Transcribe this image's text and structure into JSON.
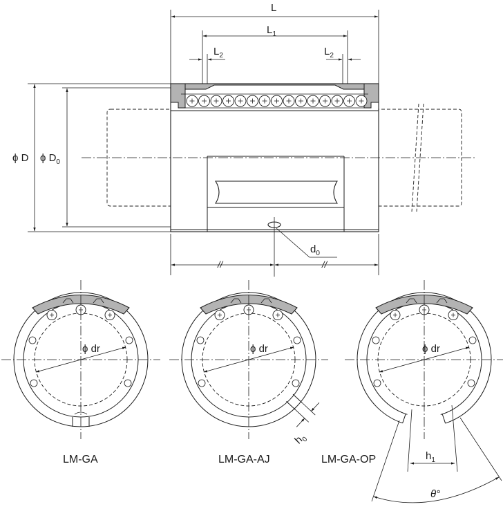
{
  "dimensions": {
    "L": "L",
    "L1": "L",
    "L1_sub": "1",
    "L2_left": "L",
    "L2_left_sub": "2",
    "L2_right": "L",
    "L2_right_sub": "2",
    "D": "ϕ D",
    "D0": "ϕ D",
    "D0_sub": "0",
    "d0": "d",
    "d0_sub": "0",
    "dr_1": "ϕ dr",
    "dr_2": "ϕ dr",
    "dr_3": "ϕ dr",
    "h0": "h",
    "h0_sub": "0",
    "h1": "h",
    "h1_sub": "1",
    "theta": "θ°",
    "break_left": "//",
    "break_right": "//"
  },
  "captions": {
    "ga": "LM-GA",
    "aj": "LM-GA-AJ",
    "op": "LM-GA-OP"
  }
}
